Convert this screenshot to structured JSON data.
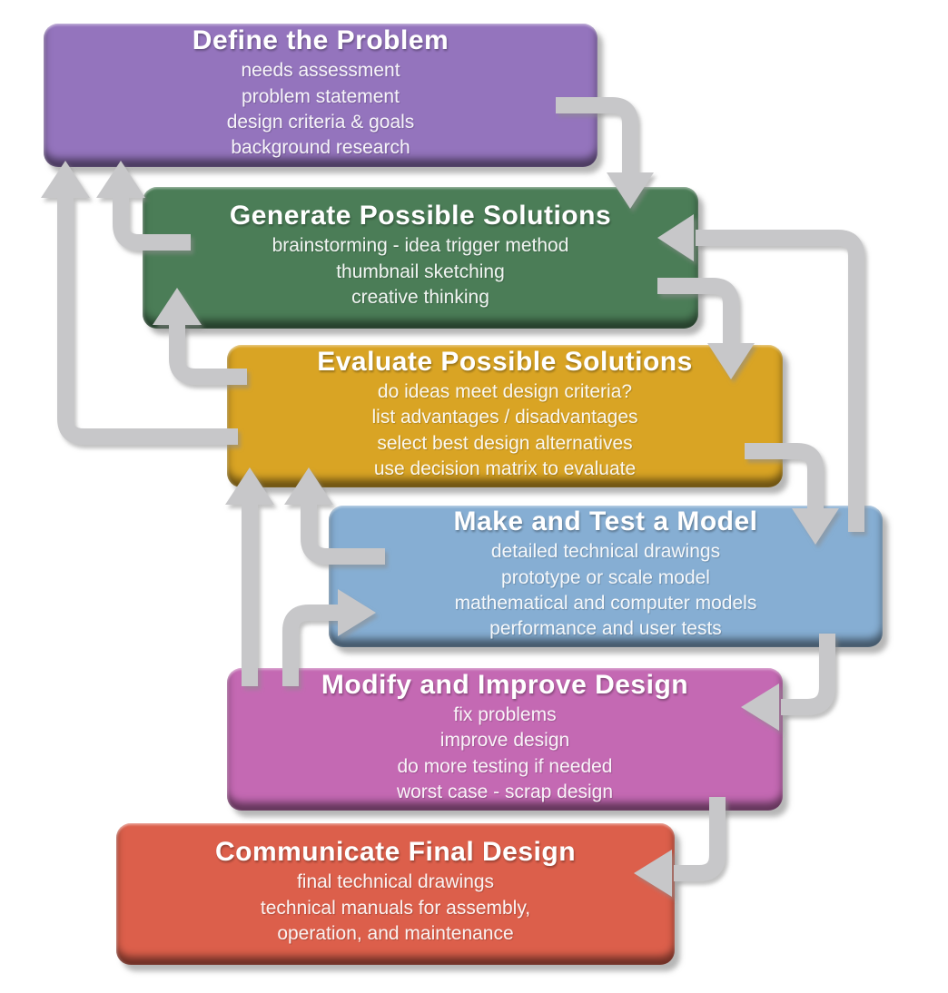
{
  "diagram": {
    "background": "#ffffff",
    "arrow_color": "#c7c7c9",
    "steps": [
      {
        "id": "define",
        "title": "Define the Problem",
        "items": [
          "needs assessment",
          "problem statement",
          "design criteria & goals",
          "background research"
        ],
        "color": "#9474bd"
      },
      {
        "id": "generate",
        "title": "Generate Possible Solutions",
        "items": [
          "brainstorming - idea trigger method",
          "thumbnail sketching",
          "creative thinking"
        ],
        "color": "#4b7d57"
      },
      {
        "id": "evaluate",
        "title": "Evaluate Possible Solutions",
        "items": [
          "do ideas meet design criteria?",
          "list advantages / disadvantages",
          "select best design alternatives",
          "use decision matrix to evaluate"
        ],
        "color": "#d9a424"
      },
      {
        "id": "make-test",
        "title": "Make and Test a Model",
        "items": [
          "detailed technical drawings",
          "prototype or scale model",
          "mathematical and computer models",
          "performance and user tests"
        ],
        "color": "#86aed3"
      },
      {
        "id": "modify",
        "title": "Modify and Improve Design",
        "items": [
          "fix problems",
          "improve design",
          "do more testing if needed",
          "worst case - scrap design"
        ],
        "color": "#c469b3"
      },
      {
        "id": "communicate",
        "title": "Communicate Final Design",
        "items": [
          "final technical drawings",
          "technical manuals for assembly,",
          "operation, and maintenance"
        ],
        "color": "#dc5f4b"
      }
    ],
    "connections": [
      {
        "from": "define",
        "to": "generate",
        "type": "forward"
      },
      {
        "from": "generate",
        "to": "evaluate",
        "type": "forward"
      },
      {
        "from": "evaluate",
        "to": "make-test",
        "type": "forward"
      },
      {
        "from": "make-test",
        "to": "modify",
        "type": "forward"
      },
      {
        "from": "modify",
        "to": "communicate",
        "type": "forward"
      },
      {
        "from": "generate",
        "to": "define",
        "type": "feedback"
      },
      {
        "from": "evaluate",
        "to": "define",
        "type": "feedback"
      },
      {
        "from": "evaluate",
        "to": "generate",
        "type": "feedback"
      },
      {
        "from": "make-test",
        "to": "evaluate",
        "type": "feedback"
      },
      {
        "from": "make-test",
        "to": "generate",
        "type": "feedback"
      },
      {
        "from": "modify",
        "to": "evaluate",
        "type": "feedback"
      },
      {
        "from": "modify",
        "to": "make-test",
        "type": "feedback"
      }
    ]
  }
}
